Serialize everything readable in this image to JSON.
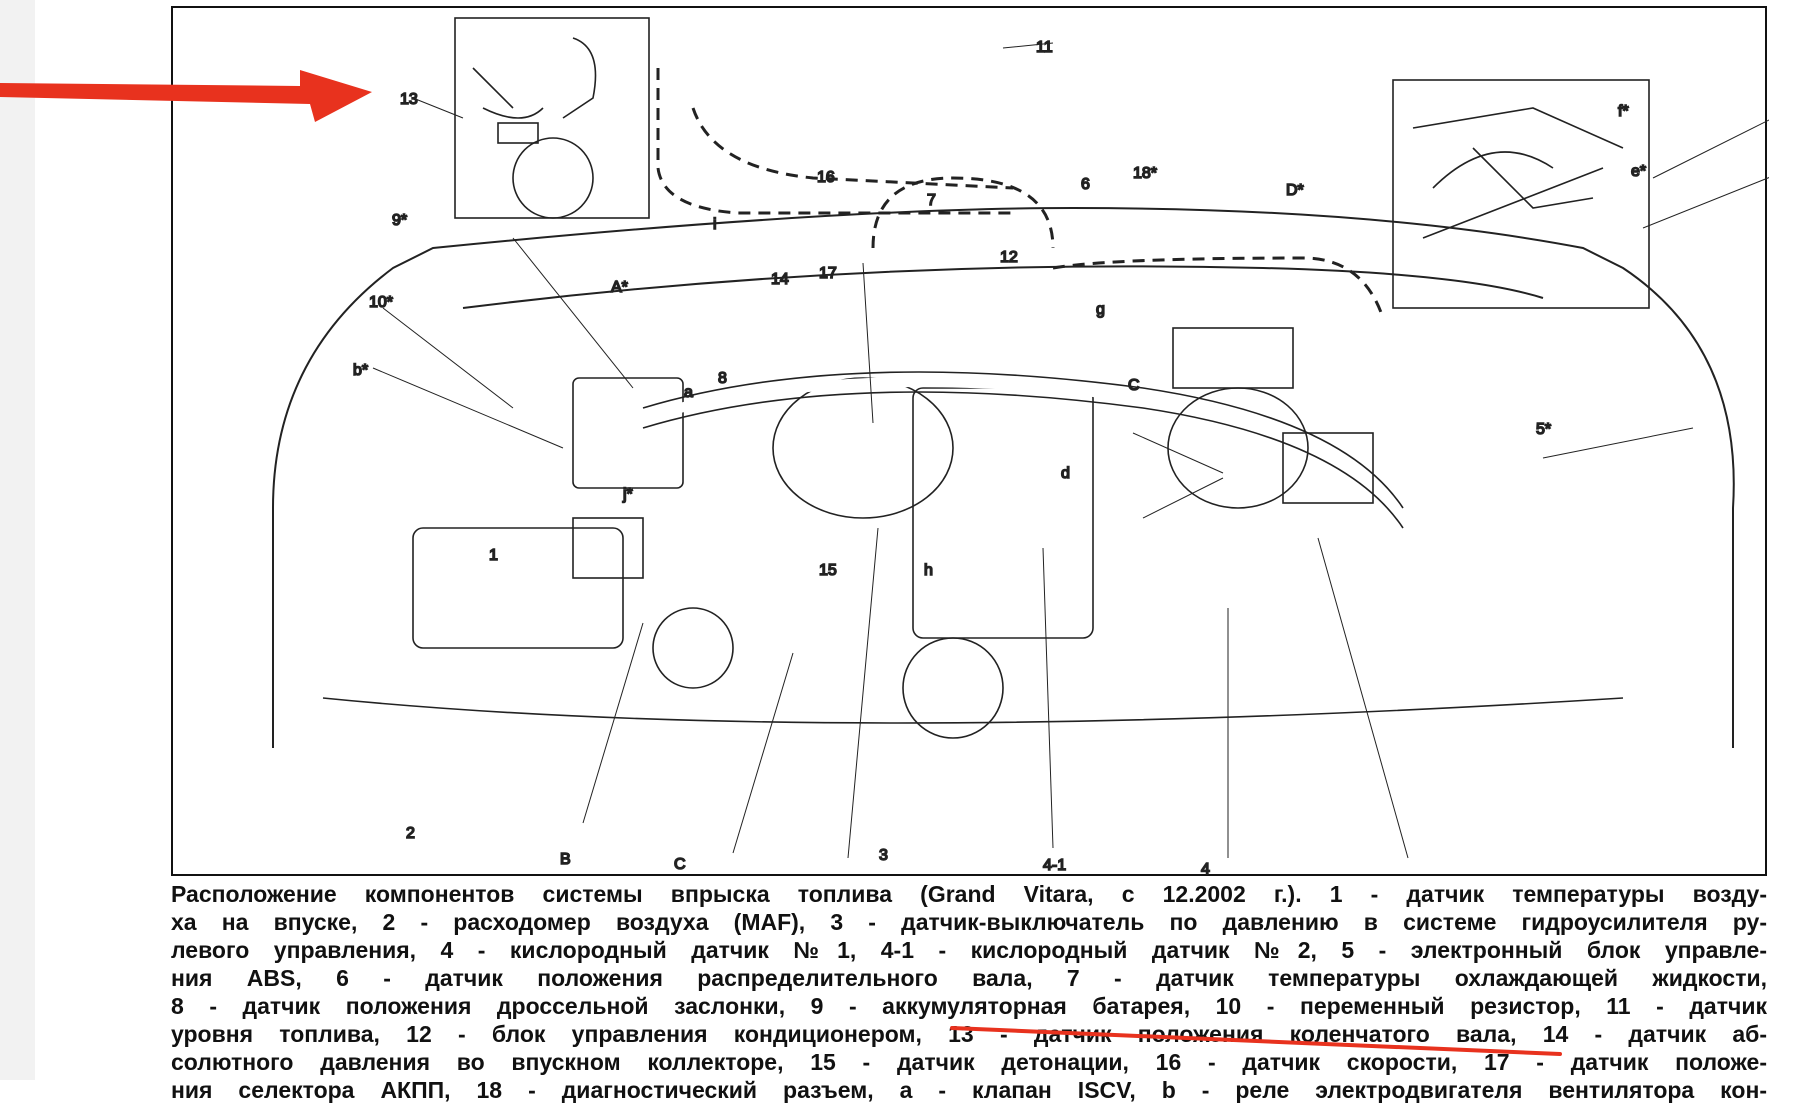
{
  "annotation_colors": {
    "arrow": "#e8321e",
    "underline": "#e8321e"
  },
  "figure": {
    "labels": {
      "l13": "13",
      "l11": "11",
      "l16": "16",
      "l7": "7",
      "l6": "6",
      "l18": "18*",
      "lD": "D*",
      "lf": "f*",
      "le": "e*",
      "l9": "9*",
      "lA": "A*",
      "l14": "14",
      "l17": "17",
      "l12": "12",
      "lg": "g",
      "l10": "10*",
      "lb": "b*",
      "la": "a",
      "l8": "8",
      "lC1": "C",
      "l5": "5*",
      "lj": "j*",
      "ld": "d",
      "l1": "1",
      "lh": "h",
      "l15": "15",
      "l2": "2",
      "lB": "B",
      "lC2": "C",
      "l3": "3",
      "l41": "4-1",
      "l4": "4",
      "li": "i"
    }
  },
  "caption": {
    "lines": [
      "Расположение компонентов системы впрыска топлива (Grand Vitara, с 12.2002 г.). 1 - датчик температуры возду-",
      "ха на впуске, 2 - расходомер воздуха (MAF), 3 - датчик-выключатель по давлению в системе гидроусилителя ру-",
      "левого управления, 4 - кислородный датчик №1, 4-1 - кислородный датчик №2, 5 - электронный блок управле-",
      "ния ABS, 6 - датчик положения распределительного вала, 7 - датчик температуры охлаждающей жидкости,",
      "8 - датчик положения дроссельной заслонки, 9 - аккумуляторная батарея, 10 - переменный резистор, 11 - датчик",
      "уровня топлива, 12 - блок управления кондиционером, 13 - датчик положения коленчатого вала, 14 - датчик аб-",
      "солютного давления во впускном коллекторе, 15 - датчик детонации, 16 - датчик скорости, 17 - датчик положе-",
      "ния селектора АКПП, 18 - диагностический разъем, a - клапан ISCV, b - реле электродвигателя вентилятора кон-"
    ]
  }
}
